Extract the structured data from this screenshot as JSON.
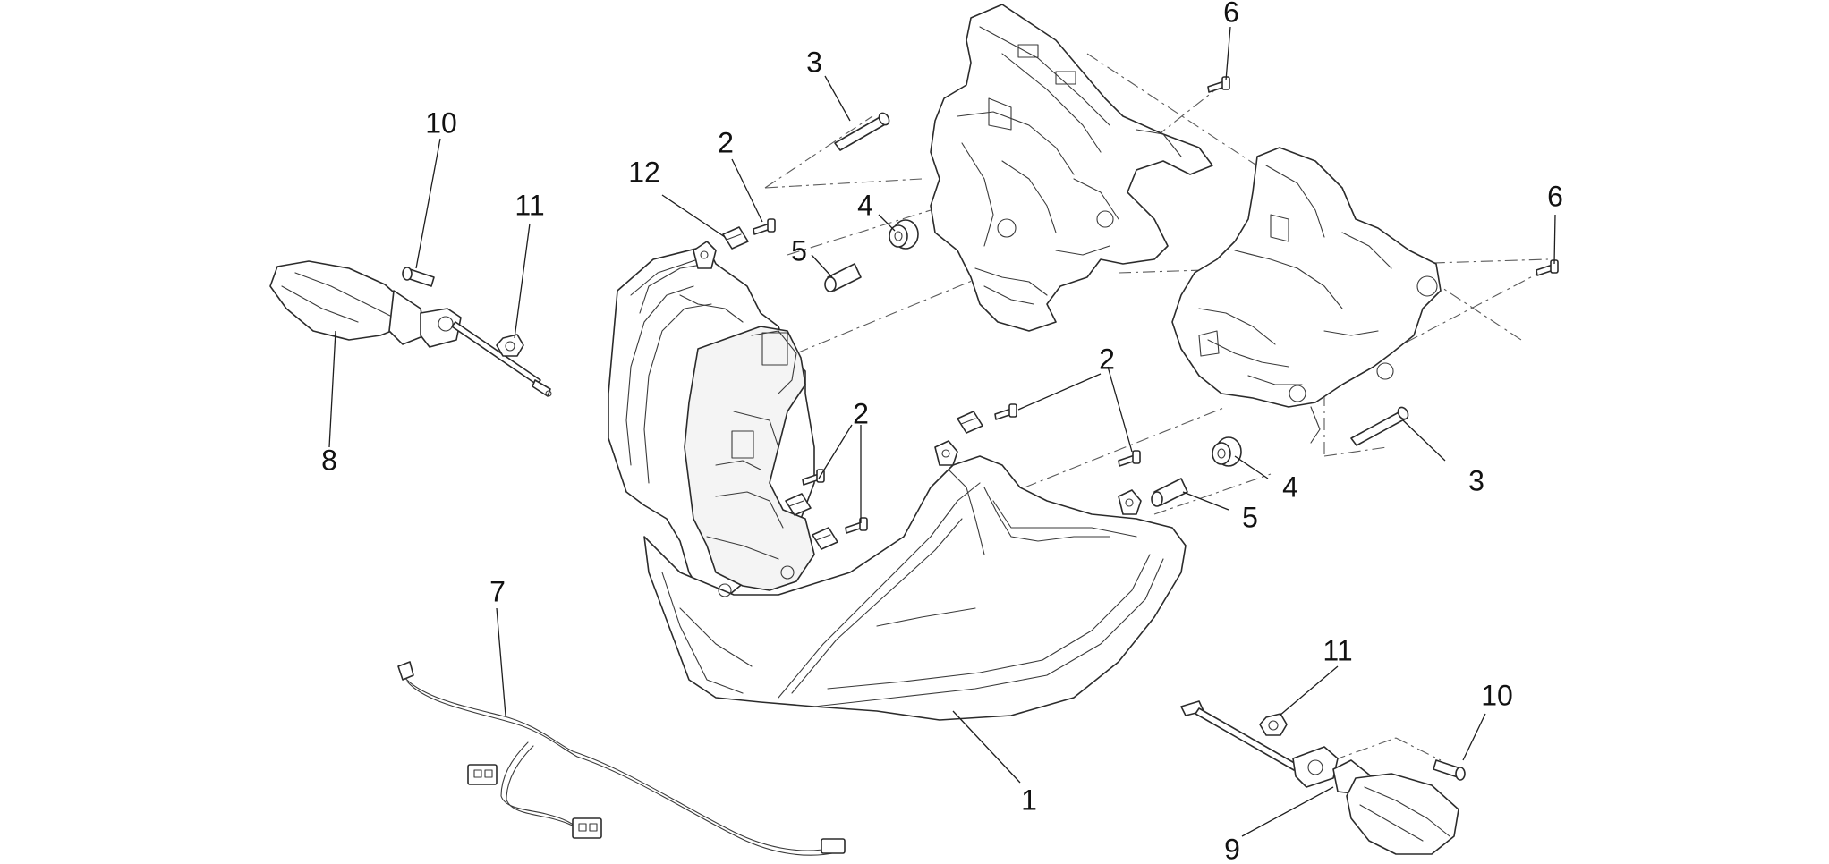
{
  "callouts": {
    "c1": "1",
    "c2a": "2",
    "c2b": "2",
    "c2c": "2",
    "c3a": "3",
    "c3b": "3",
    "c4a": "4",
    "c4b": "4",
    "c5a": "5",
    "c5b": "5",
    "c6a": "6",
    "c6b": "6",
    "c7": "7",
    "c8": "8",
    "c9": "9",
    "c10a": "10",
    "c10b": "10",
    "c11a": "11",
    "c11b": "11",
    "c12": "12"
  }
}
